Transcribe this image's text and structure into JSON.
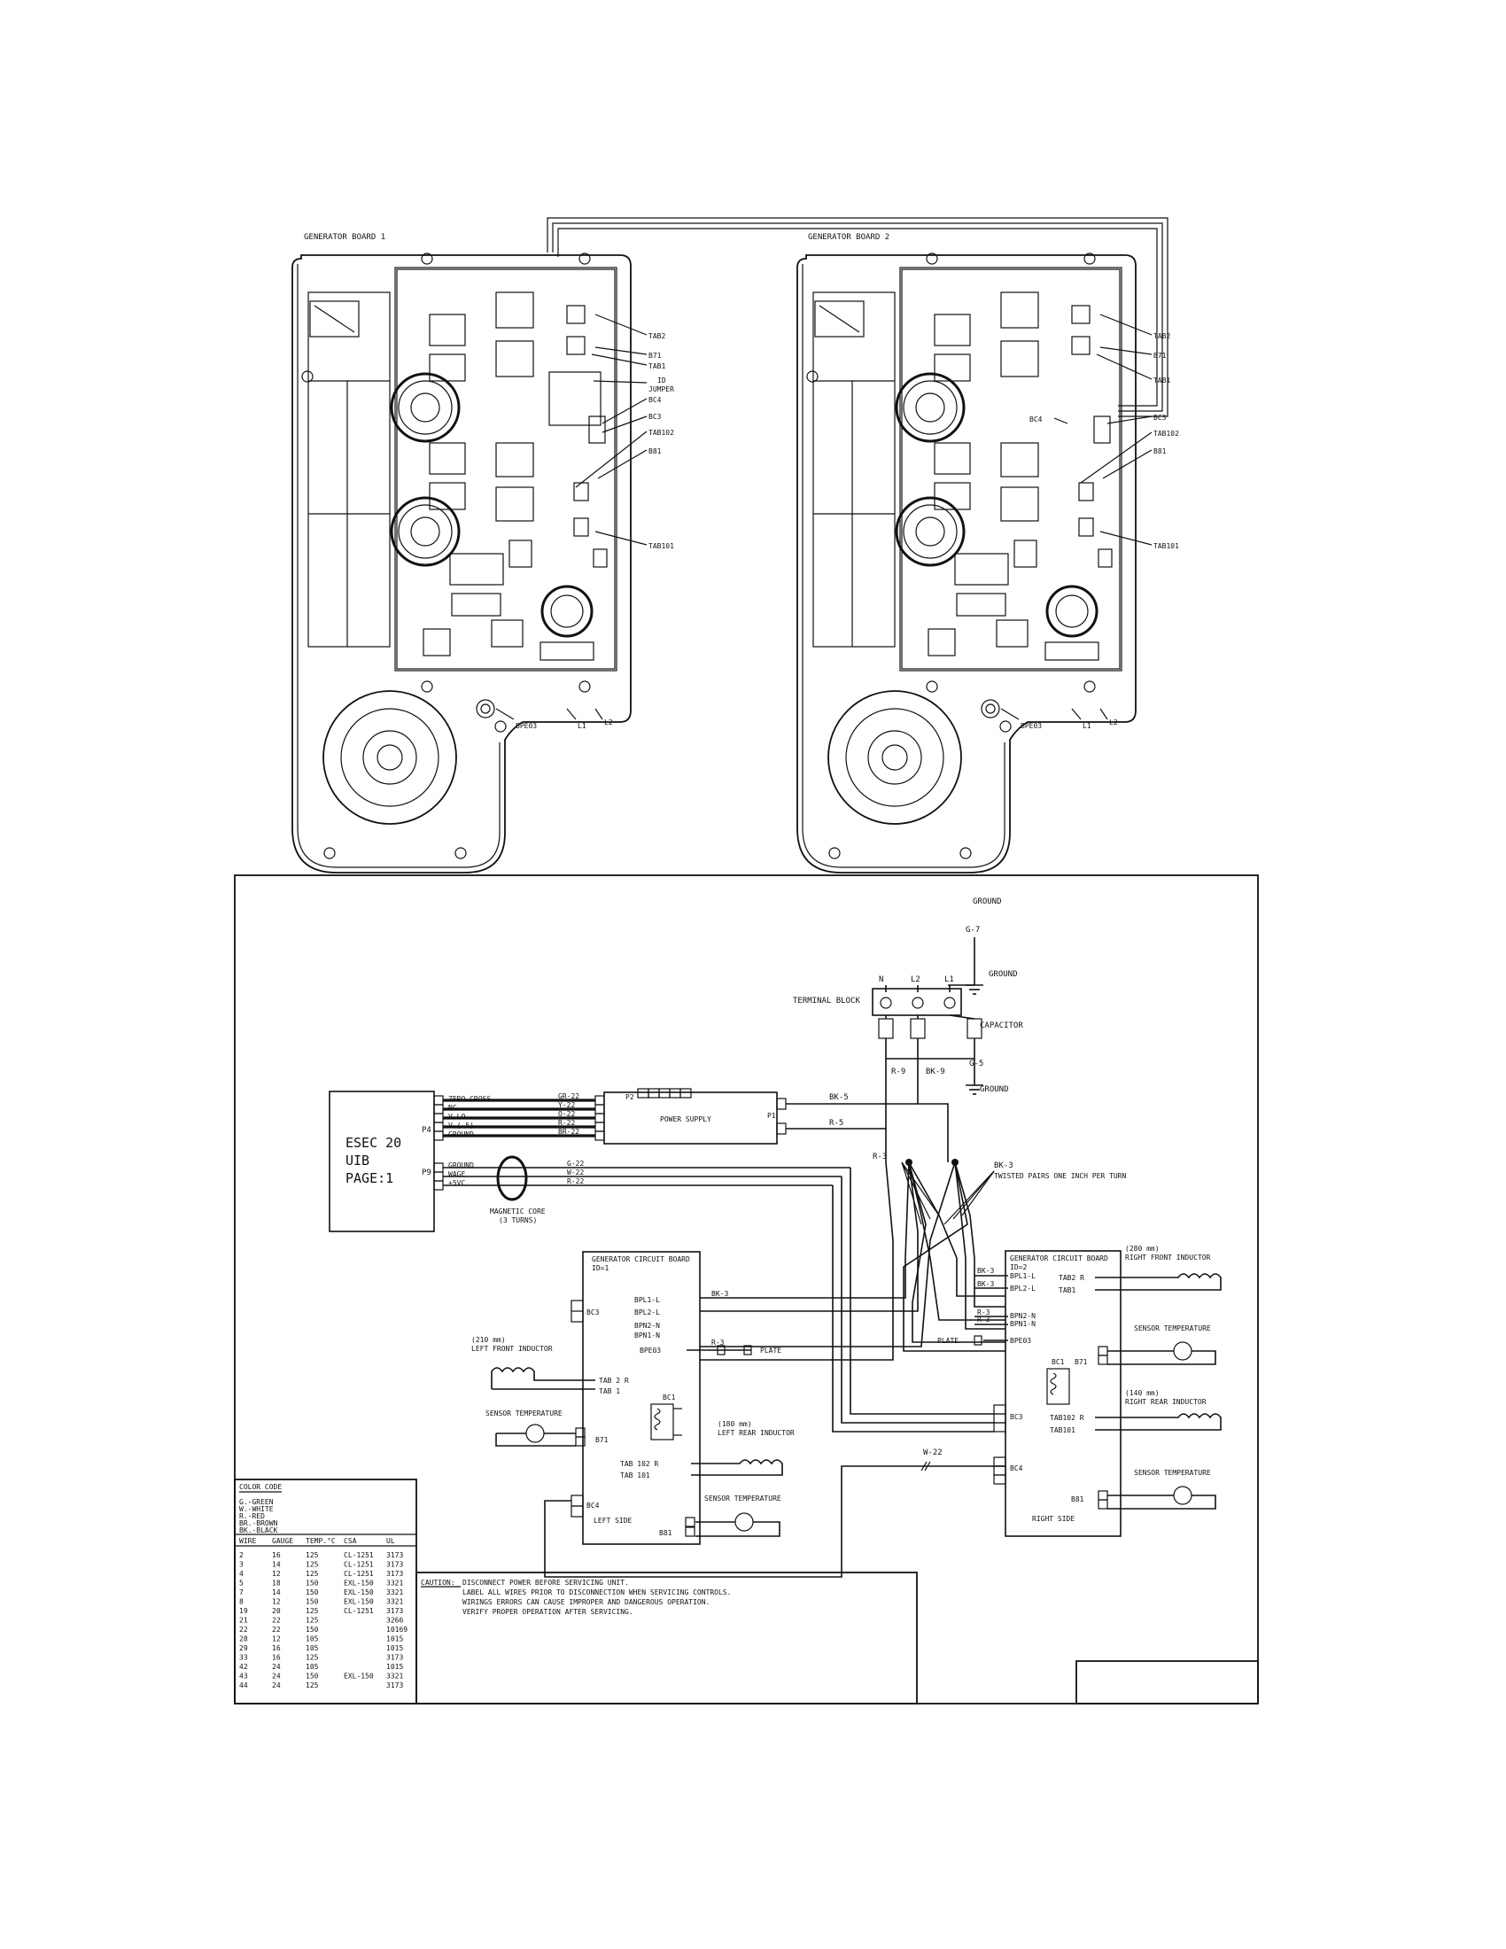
{
  "top": {
    "board1_title": "GENERATOR BOARD 1",
    "board2_title": "GENERATOR BOARD 2",
    "board1_callouts": [
      "TAB2",
      "B71",
      "TAB1",
      "ID",
      "JUMPER",
      "BC4",
      "BC3",
      "TAB102",
      "B81",
      "TAB101",
      "BPE03",
      "L1",
      "L2"
    ],
    "board2_callouts": [
      "TAB2",
      "B71",
      "TAB1",
      "BC3",
      "BC4",
      "TAB102",
      "B81",
      "TAB101",
      "BPE03",
      "L1",
      "L2"
    ]
  },
  "schematic": {
    "ground_top": "GROUND",
    "g7": "G-7",
    "ground_right": "GROUND",
    "terminal_block": "TERMINAL BLOCK",
    "terminals": [
      "N",
      "L2",
      "L1"
    ],
    "capacitor": "CAPACITOR",
    "r9": "R-9",
    "bk9": "BK-9",
    "g5": "G-5",
    "ground_cap": "GROUND",
    "uib": {
      "line1": "ESEC 20",
      "line2": "UIB",
      "line3": "PAGE:1",
      "p4": "P4",
      "p9": "P9",
      "p4_pins": [
        "ZERO CROSS",
        "NC",
        "V-LO",
        "V-(-5)",
        "GROUND"
      ],
      "p4_wires": [
        "GR-22",
        "Y-22",
        "O-22",
        "R-22",
        "BR-22"
      ],
      "p9_pins": [
        "GROUND",
        "WAGE",
        "+5VC"
      ],
      "p9_wires": [
        "G-22",
        "W-22",
        "R-22"
      ]
    },
    "power_supply": "POWER SUPPLY",
    "ps_p2": "P2",
    "ps_p1": "P1",
    "bk5": "BK-5",
    "r5": "R-5",
    "r3": "R-3",
    "bk3": "BK-3",
    "twisted": "TWISTED PAIRS ONE INCH PER TURN",
    "magnetic_core": "MAGNETIC CORE",
    "magnetic_turns": "(3 TURNS)",
    "left_board": {
      "title": "GENERATOR CIRCUIT BOARD",
      "subtitle": "ID=1",
      "bc3": "BC3",
      "bpl1": "BPL1-L",
      "bpl2": "BPL2-L",
      "bpn2": "BPN2-N",
      "bpn1": "BPN1-N",
      "bpe03": "BPE03",
      "r3": "R-3",
      "bk3": "BK-3",
      "plate": "PLATE",
      "tab2r": "TAB 2 R",
      "tab1": "TAB 1",
      "bc1": "BC1",
      "b71": "B71",
      "tab102r": "TAB 102 R",
      "tab101": "TAB 101",
      "bc4": "BC4",
      "side": "LEFT SIDE",
      "b81": "B81"
    },
    "left_front_size": "(210 mm)",
    "left_front": "LEFT FRONT INDUCTOR",
    "left_rear_size": "(180 mm)",
    "left_rear": "LEFT REAR INDUCTOR",
    "sensor_temp": "SENSOR TEMPERATURE",
    "right_board": {
      "title": "GENERATOR CIRCUIT BOARD",
      "subtitle": "ID=2",
      "bk3a": "BK-3",
      "bk3b": "BK-3",
      "bpl1": "BPL1-L",
      "bpl2": "BPL2-L",
      "r3a": "R-3",
      "r3b": "R-3",
      "bpn2": "BPN2-N",
      "bpn1": "BPN1-N",
      "plate": "PLATE",
      "bpe03": "BPE03",
      "tab2r": "TAB2 R",
      "tab1": "TAB1",
      "bc1": "BC1",
      "b71": "B71",
      "bc3": "BC3",
      "tab102r": "TAB102 R",
      "tab101": "TAB101",
      "bc4": "BC4",
      "b81": "B81",
      "side": "RIGHT SIDE"
    },
    "w22": "W-22",
    "right_front_size": "(280 mm)",
    "right_front": "RIGHT FRONT INDUCTOR",
    "right_rear_size": "(140 mm)",
    "right_rear": "RIGHT REAR INDUCTOR",
    "color_code": {
      "title": "COLOR CODE",
      "items": [
        "G.-GREEN",
        "W.-WHITE",
        "R.-RED",
        "BR.-BROWN",
        "BK.-BLACK"
      ]
    },
    "wire_table": {
      "headers": [
        "WIRE",
        "GAUGE",
        "TEMP.°C",
        "CSA",
        "UL"
      ],
      "rows": [
        [
          "2",
          "16",
          "125",
          "CL-1251",
          "3173"
        ],
        [
          "3",
          "14",
          "125",
          "CL-1251",
          "3173"
        ],
        [
          "4",
          "12",
          "125",
          "CL-1251",
          "3173"
        ],
        [
          "5",
          "18",
          "150",
          "EXL-150",
          "3321"
        ],
        [
          "7",
          "14",
          "150",
          "EXL-150",
          "3321"
        ],
        [
          "8",
          "12",
          "150",
          "EXL-150",
          "3321"
        ],
        [
          "19",
          "20",
          "125",
          "CL-1251",
          "3173"
        ],
        [
          "21",
          "22",
          "125",
          "",
          "3266"
        ],
        [
          "22",
          "22",
          "150",
          "",
          "10169"
        ],
        [
          "28",
          "12",
          "105",
          "",
          "1015"
        ],
        [
          "29",
          "16",
          "105",
          "",
          "1015"
        ],
        [
          "33",
          "16",
          "125",
          "",
          "3173"
        ],
        [
          "42",
          "24",
          "105",
          "",
          "1015"
        ],
        [
          "43",
          "24",
          "150",
          "EXL-150",
          "3321"
        ],
        [
          "44",
          "24",
          "125",
          "",
          "3173"
        ]
      ]
    },
    "caution": {
      "label": "CAUTION:",
      "lines": [
        "DISCONNECT POWER BEFORE SERVICING UNIT.",
        "LABEL ALL WIRES PRIOR TO DISCONNECTION WHEN SERVICING CONTROLS.",
        "WIRINGS ERRORS CAN CAUSE IMPROPER AND DANGEROUS OPERATION.",
        "VERIFY PROPER OPERATION AFTER SERVICING."
      ]
    }
  }
}
